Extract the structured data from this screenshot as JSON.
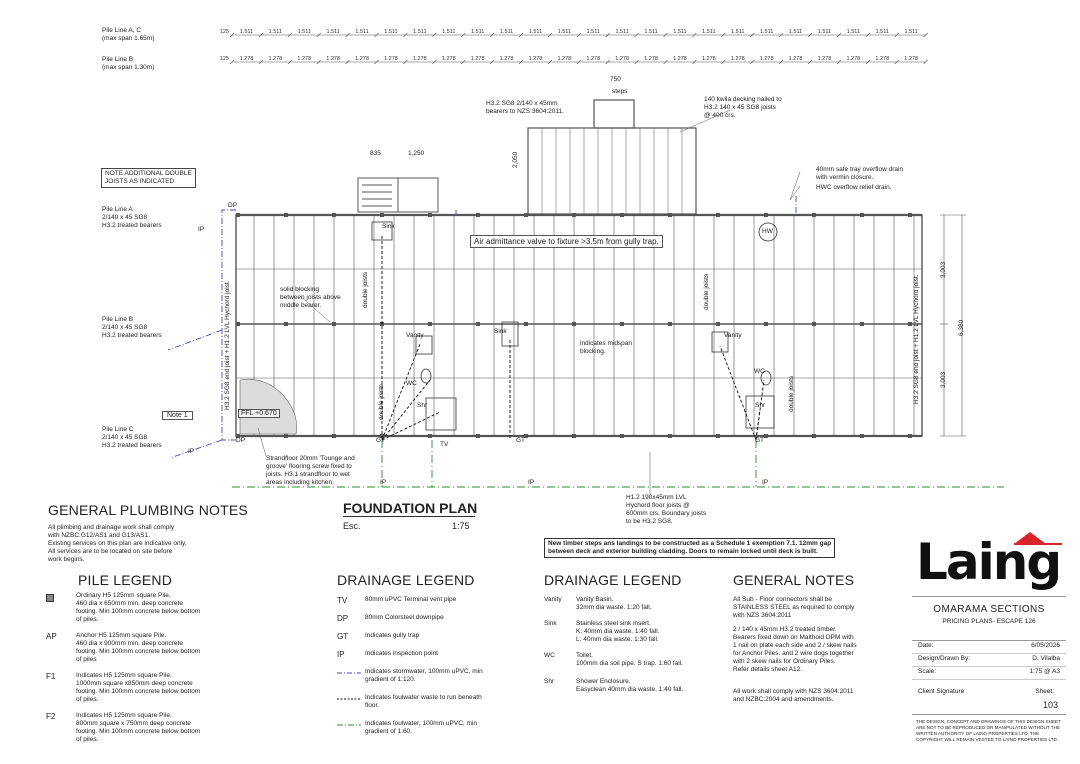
{
  "pile_lines": {
    "ac_label": "Pile Line A, C",
    "ac_span": "(max span 1.65m)",
    "ac_end": "125",
    "ac_val": "1.511",
    "b_label": "Pile Line B",
    "b_span": "(max span 1.30m)",
    "b_end": "125",
    "b_val": "1.278"
  },
  "plan": {
    "label_a": "Pile Line A",
    "label_a_sub1": "2/140 x 45 SG8",
    "label_a_sub2": "H3.2 treated bearers",
    "label_b": "Pile Line B",
    "label_b_sub1": "2/140 x 45 SG8",
    "label_b_sub2": "H3.2 treated bearers",
    "label_c": "Pile Line C",
    "label_c_sub1": "2/140 x 45 SG8",
    "label_c_sub2": "H3.2 treated bearers",
    "note_double": "NOTE ADDITIONAL DOUBLE",
    "note_double2": "JOISTS AS INDICATED",
    "bearers_note1": "H3.2 SG8 2/140 x 45mm",
    "bearers_note2": "bearers to NZS 3604:2011.",
    "decking_note1": "140 kwila decking nailed to",
    "decking_note2": "H3.2 140 x 45 SG8 joists",
    "decking_note3": "@ 400 crs.",
    "safe_tray1": "40mm safe tray overflow drain",
    "safe_tray2": "with vermin closure.",
    "hwc_overflow": "HWC overflow relief drain.",
    "air_valve": "Air admittance valve to fixture >3.5m from gully trap.",
    "solid_block1": "solid blocking",
    "solid_block2": "between joists above",
    "solid_block3": "middle bearer.",
    "midspan1": "indicates midspan",
    "midspan2": "blocking.",
    "double_joists": "double joists",
    "end_joist_left": "H3.2 SG8 end joist + H1.2 LVL Hychord joist.",
    "end_joist_right": "H3.2 SG8 end joist + H1.2 LVL Hychord joist.",
    "strandfloor1": "Strandfloor 20mm 'Tounge and",
    "strandfloor2": "groove' flooring screw fixed to",
    "strandfloor3": "joists. H3.1 strandfloor to wet",
    "strandfloor4": "areas including kitchen.",
    "lvl1": "H1.2 190x45mm LVL",
    "lvl2": "Hychord floor joists @",
    "lvl3": "600mm crs. Boundary joists",
    "lvl4": "to be H3.2 SG8.",
    "ffl": "FFL +0.670",
    "note1": "Note 1",
    "steps": "steps",
    "sink": "Sink",
    "vanity": "Vanity",
    "wc": "WC",
    "shr": "Shr",
    "hw": "HW",
    "gt": "GT",
    "tv": "TV",
    "dp": "DP",
    "ip": "IP",
    "dim_125": "125",
    "dim_835": "835",
    "dim_1250": "1,250",
    "dim_750": "750",
    "dim_2050": "2,050",
    "dim_3003": "3,003",
    "dim_6380": "6,380"
  },
  "general_plumbing": {
    "title": "GENERAL PLUMBING NOTES",
    "l1": "All plimbing and drainage work shall comply",
    "l2": "with NZBC:G12/AS1 and G13/AS1.",
    "l3": "Existing services on this plan are indicative only.",
    "l4": "All services are to be located on site before",
    "l5": "work begins."
  },
  "foundation": {
    "title": "FOUNDATION PLAN",
    "esc": "Esc.",
    "scale": "1:75"
  },
  "timber_note1": "New timber steps ans landings to be constructed as a Schedule 1 exemption 7.1. 12mm gap",
  "timber_note2": "between deck and exterior building cladding. Doors to remain locked until deck is built.",
  "pile_legend": {
    "title": "PILE LEGEND",
    "items": [
      {
        "code": "",
        "l1": "Ordinary H5 125mm square Pile.",
        "l2": "460 dia x 650mm min. deep concrete",
        "l3": "footing. Min 100mm concrete below bottom",
        "l4": "of piles."
      },
      {
        "code": "AP",
        "l1": "Anchor H5 125mm square Pile.",
        "l2": "460 dia x 900mm min. deep concrete",
        "l3": "footing. Min 100mm concrete below bottom",
        "l4": "of piles"
      },
      {
        "code": "F1",
        "l1": "Indicates H5 125mm square Pile.",
        "l2": "1000mm square x850mm deep concrete",
        "l3": "footing. Min 100mm concrete below bottom",
        "l4": "of piles."
      },
      {
        "code": "F2",
        "l1": "Indicates H5 125mm square Pile.",
        "l2": "800mm square x 750mm deep concrete",
        "l3": "footing. Min 100mm concrete below bottom",
        "l4": "of piles."
      }
    ]
  },
  "drainage_legend": {
    "title": "DRAINAGE LEGEND",
    "items": [
      {
        "code": "TV",
        "l1": "80mm uPVC Terminal vent pipe",
        "l2": ""
      },
      {
        "code": "DP",
        "l1": "80mm Colorsteel downpipe",
        "l2": ""
      },
      {
        "code": "GT",
        "l1": "Indicates gully trap",
        "l2": ""
      },
      {
        "code": "IP",
        "l1": "Indicates inspection point",
        "l2": ""
      },
      {
        "code": "",
        "l1": "Indicates stormwater, 100mm uPVC, min",
        "l2": "gradient of 1:120."
      },
      {
        "code": "",
        "l1": "Indicates foulwater waste to run beneath",
        "l2": "floor."
      },
      {
        "code": "",
        "l1": "Indicates foulwater, 100mm uPVC, min",
        "l2": "gradient of 1:60."
      }
    ]
  },
  "drainage_legend2": {
    "title": "DRAINAGE LEGEND",
    "items": [
      {
        "code": "Vanity",
        "l1": "Vanity Basin.",
        "l2": "32mm dia waste. 1:20 fall.",
        "l3": ""
      },
      {
        "code": "Sink",
        "l1": "Stainless steel sink insert.",
        "l2": "K: 40mm dia waste. 1:40 fall.",
        "l3": "L: 40mm dia waste. 1:30 fall."
      },
      {
        "code": "WC",
        "l1": "Toilet.",
        "l2": "100mm dia soil pipe. S trap. 1:60 fall.",
        "l3": ""
      },
      {
        "code": "Shr",
        "l1": "Shower Enclosure.",
        "l2": "Easyclean 40mm dia waste. 1:40 fall.",
        "l3": ""
      }
    ]
  },
  "general_notes": {
    "title": "GENERAL NOTES",
    "p1a": "All Sub - Floor connectors shall be",
    "p1b": "STAINLESS STEEL as required to comply",
    "p1c": "with NZS 3604:2011",
    "p2a": "2 / 140 x 45mm H3.2 treated timber.",
    "p2b": "Bearers fixed down on Malthoid DPM with",
    "p2c": "1 nail on plate each side and 2 / skew nails",
    "p2d": "for Anchor Piles. and 2 wire dogs together",
    "p2e": "with 2 skew nails for Ordinary Piles.",
    "p2f": "Refer details sheet A12.",
    "p3a": "All work shall comply with NZS 3604:2011",
    "p3b": "and NZBC:2004 and amendments."
  },
  "title_block": {
    "logo": "Laing",
    "project": "OMARAMA SECTIONS",
    "subtitle": "PRICING PLANS- ESCAPE 126",
    "date_label": "Date:",
    "date_value": "6/05/2026",
    "drawn_label": "Design/Drawn By:",
    "drawn_value": "D. Vilalba",
    "scale_label": "Scale:",
    "scale_value": "1:75 @ A3",
    "client_label": "Client Signature",
    "sheet_label": "Sheet:",
    "sheet_value": "103",
    "disclaimer1": "THE DESIGN, CONCEPT AND DRAWINGS OF THIS DESIGN SHEET",
    "disclaimer2": "ARE NOT TO BE REPRODUCED OR MANIPULATED WITHOUT THE",
    "disclaimer3": "WRITTEN AUTHORITY OF LAING PROPERTIES LTD. THE",
    "disclaimer4": "COPYRIGHT WILL REMAIN VESTED TO LAING PROPERTIES LTD.",
    "accent": "#d9242b"
  }
}
